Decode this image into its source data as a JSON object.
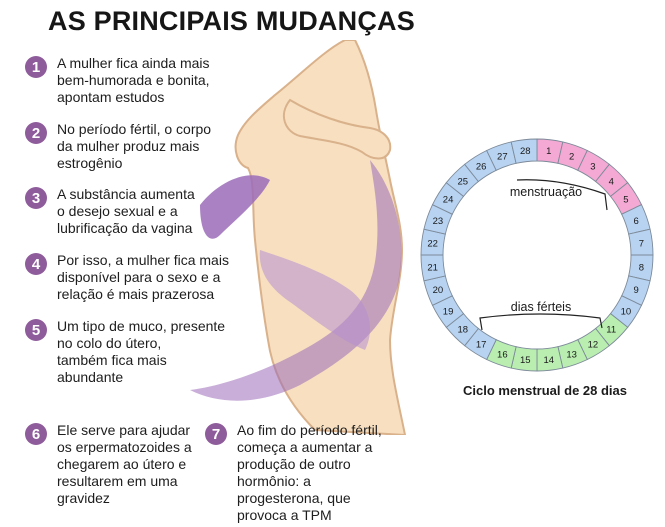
{
  "title": "AS PRINCIPAIS MUDANÇAS",
  "colors": {
    "accent": "#8e5c9b",
    "menstruation": "#f3a9d3",
    "regular": "#b7d3f1",
    "fertile": "#b9eeb0",
    "skin": "#f7dfc0",
    "cloth": "#9b6cb8"
  },
  "steps": [
    {
      "number": "1",
      "text": "A mulher fica ainda mais\nbem-humorada e bonita,\napontam estudos"
    },
    {
      "number": "2",
      "text": "No período fértil, o corpo\nda mulher produz mais\nestrogênio"
    },
    {
      "number": "3",
      "text": "A substância aumenta\no desejo sexual e a\nlubrificação da vagina"
    },
    {
      "number": "4",
      "text": "Por isso, a mulher fica mais\ndisponível para o sexo e a\nrelação é mais prazerosa"
    },
    {
      "number": "5",
      "text": "Um tipo de muco, presente\nno colo do útero,\ntambém fica mais\nabundante"
    },
    {
      "number": "6",
      "text": "Ele serve para ajudar\nos erpermatozoides a\nchegarem ao útero e\nresultarem em uma\ngravidez"
    },
    {
      "number": "7",
      "text": "Ao fim do período fértil,\ncomeça a aumentar a\nprodução de outro\nhormônio: a\nprogesterona, que\nprovoca a TPM"
    }
  ],
  "cycle": {
    "days": [
      "1",
      "2",
      "3",
      "4",
      "5",
      "6",
      "7",
      "8",
      "9",
      "10",
      "11",
      "12",
      "13",
      "14",
      "15",
      "16",
      "17",
      "18",
      "19",
      "20",
      "21",
      "22",
      "23",
      "24",
      "25",
      "26",
      "27",
      "28"
    ],
    "menstruation_days": [
      1,
      2,
      3,
      4,
      5
    ],
    "fertile_days": [
      11,
      12,
      13,
      14,
      15,
      16
    ],
    "menstruation_label": "menstruação",
    "fertile_label": "dias férteis",
    "caption": "Ciclo menstrual de 28 dias"
  }
}
